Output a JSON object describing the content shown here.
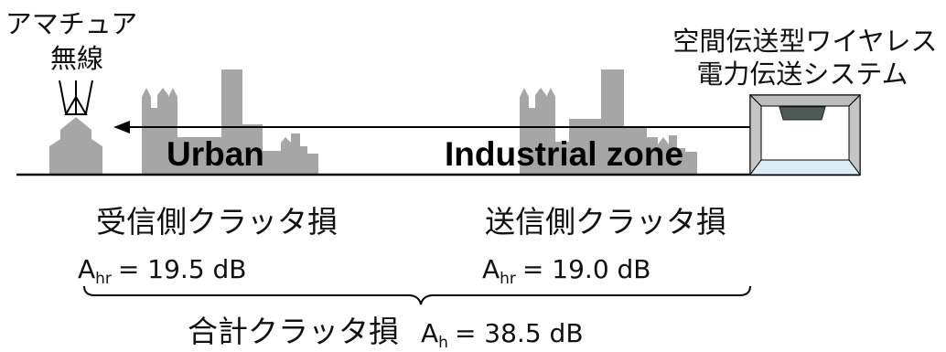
{
  "transmitter_label": {
    "line1": "アマチュア",
    "line2": "無線"
  },
  "wpt_label": {
    "line1": "空間伝送型ワイヤレス",
    "line2": "電力伝送システム"
  },
  "zones": {
    "left": "Urban",
    "right": "Industrial zone"
  },
  "receiver_side": {
    "title": "受信側クラッタ損",
    "symbol": "A",
    "subscript": "hr",
    "value": "= 19.5 dB"
  },
  "transmitter_side": {
    "title": "送信側クラッタ損",
    "symbol": "A",
    "subscript": "hr",
    "value": "= 19.0 dB"
  },
  "total": {
    "title": "合計クラッタ損",
    "symbol": "A",
    "subscript": "h",
    "value": "= 38.5 dB"
  },
  "colors": {
    "building": "#a6a6a6",
    "ground": "#000000",
    "room_wall": "#d0d0d0",
    "room_floor": "#dcecf6",
    "panel": "#4d5a57"
  }
}
